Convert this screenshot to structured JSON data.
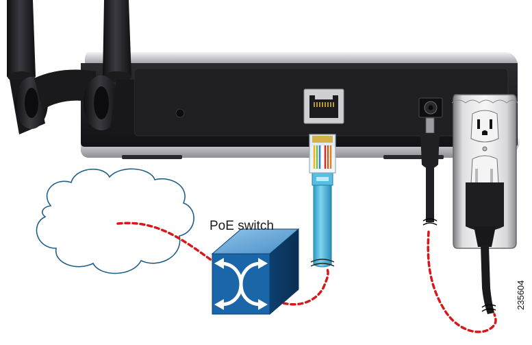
{
  "labels": {
    "switch": "PoE switch",
    "figure_id": "235604"
  },
  "icons": {
    "router": "wireless-access-point",
    "cloud": "network-cloud-icon",
    "switch": "switch-cube-icon",
    "outlet": "wall-outlet-icon",
    "plug": "power-plug-icon",
    "ethernet": "rj45-connector-icon",
    "power": "dc-barrel-connector-icon"
  },
  "colors": {
    "cable_dash": "#d81818",
    "cloud_stroke": "#1f5f8b",
    "switch_front": "#1a66a8",
    "ethernet_cable": "#5bc0e0",
    "device_body": "#1c1c20",
    "device_silver": "#c9c9cc"
  }
}
